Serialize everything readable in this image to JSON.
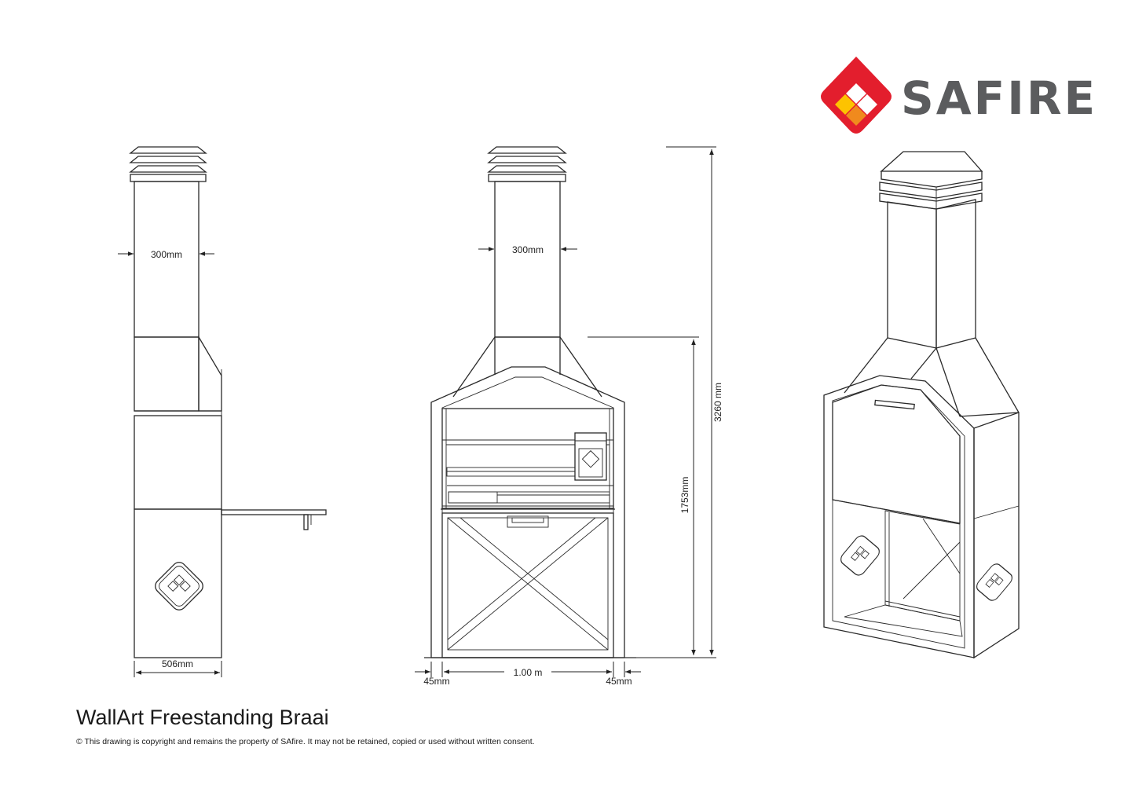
{
  "brand": {
    "name": "SAFIRE",
    "colors": {
      "red": "#e31e2d",
      "yellow": "#fdc300",
      "orange": "#f08a1d",
      "grey": "#5b5c5e"
    }
  },
  "drawing": {
    "title": "WallArt Freestanding Braai",
    "copyright": "© This drawing is copyright and remains the property of SAfire. It may not be retained, copied or used without written consent."
  },
  "dimensions": {
    "side_flue_width": "300mm",
    "side_depth": "506mm",
    "front_flue_width": "300mm",
    "front_overall_height": "3260 mm",
    "front_hood_height": "1753mm",
    "front_width": "1.00 m",
    "front_left_frame": "45mm",
    "front_right_frame": "45mm"
  }
}
